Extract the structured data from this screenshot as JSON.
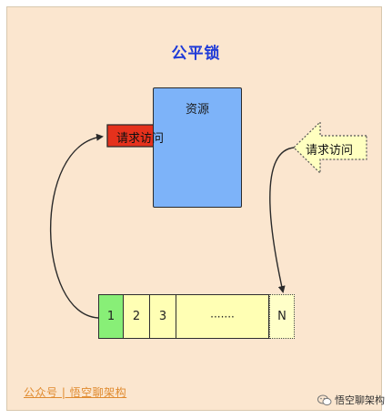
{
  "title": "公平锁",
  "resource": {
    "label": "资源"
  },
  "active_arrow": {
    "label": "请求访问",
    "color": "#e5311c"
  },
  "waiting_arrow": {
    "label": "请求访问",
    "color": "#ffffc0"
  },
  "queue": {
    "cells": [
      "1",
      "2",
      "3",
      "·······",
      "N"
    ]
  },
  "footer": {
    "left": "公众号 | 悟空聊架构",
    "right": "悟空聊架构",
    "icon": "wechat-icon"
  },
  "colors": {
    "background": "#fbe6cf",
    "resource": "#7db3f9",
    "queue_first": "#88ef77",
    "queue_other": "#ffffb4",
    "title": "#1f3bd8"
  }
}
